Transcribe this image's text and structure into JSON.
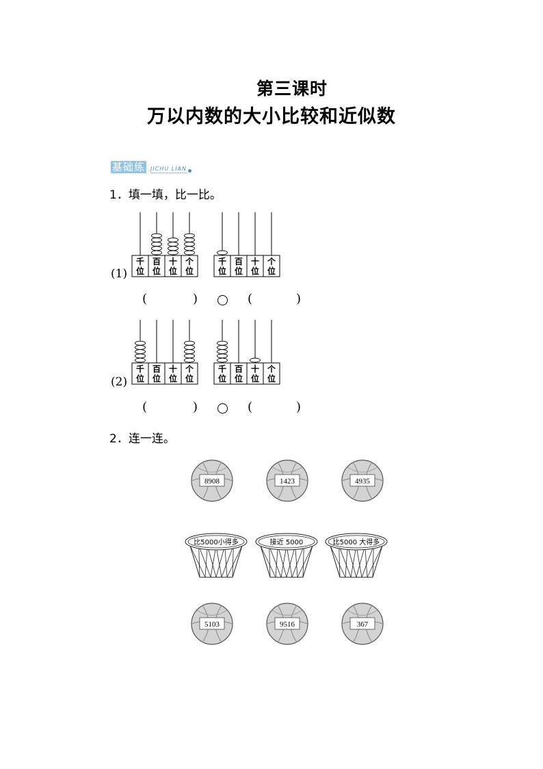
{
  "title": {
    "line1": "第三课时",
    "line2": "万以内数的大小比较和近似数"
  },
  "section": {
    "label_cn": "基础练",
    "label_en": "JICHU LIAN"
  },
  "q1": {
    "prompt": "1．填一填，比一比。",
    "parts": [
      {
        "label": "(1)",
        "left_abacus": {
          "beads": [
            0,
            5,
            4,
            5
          ]
        },
        "right_abacus": {
          "beads": [
            1,
            0,
            0,
            0
          ]
        }
      },
      {
        "label": "(2)",
        "left_abacus": {
          "beads": [
            5,
            0,
            0,
            5
          ]
        },
        "right_abacus": {
          "beads": [
            5,
            0,
            1,
            0
          ]
        }
      }
    ],
    "place_labels": [
      "千位",
      "百位",
      "十位",
      "个位"
    ],
    "blank_open": "(",
    "blank_close": ")"
  },
  "q2": {
    "prompt": "2．连一连。",
    "top_balls": [
      "8908",
      "1423",
      "4935"
    ],
    "baskets": [
      "比5000小得多",
      "接近 5000",
      "比5000 大得多"
    ],
    "bottom_balls": [
      "5103",
      "9516",
      "367"
    ]
  }
}
